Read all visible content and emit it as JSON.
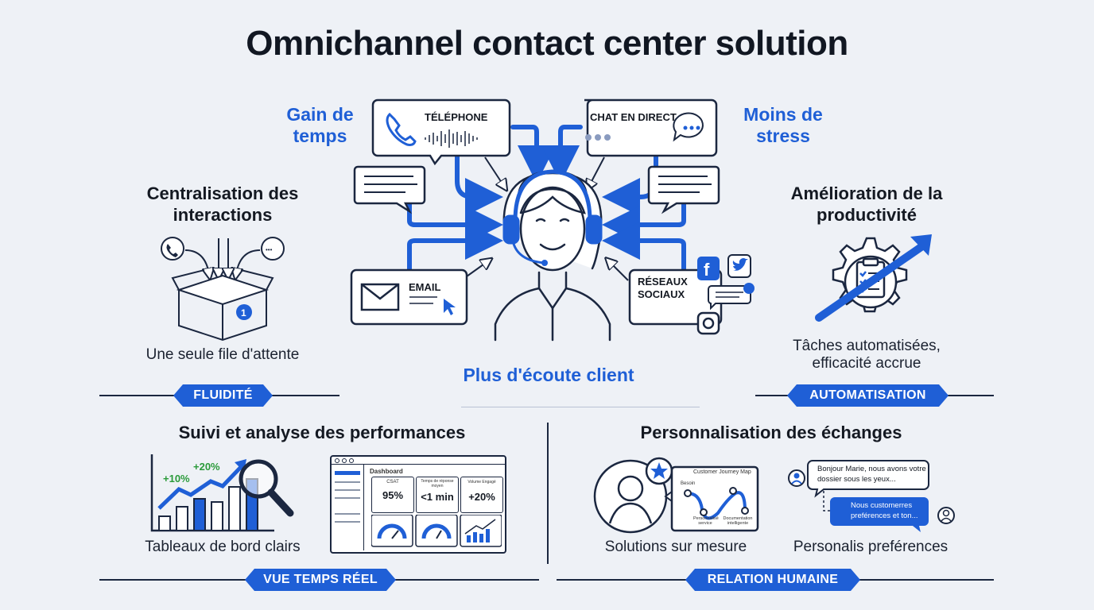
{
  "title": "Omnichannel contact center solution",
  "top": {
    "benefit_left": "Gain de temps",
    "benefit_right": "Moins de stress",
    "center_caption": "Plus d'écoute client",
    "channels": {
      "phone": "TÉLÉPHONE",
      "chat": "CHAT EN DIRECT",
      "email": "EMAIL",
      "social": "RÉSEAUX SOCIAUX"
    }
  },
  "left_section": {
    "heading": "Centralisation des interactions",
    "caption": "Une seule file d'attente",
    "banner": "FLUIDITÉ",
    "badge": "1"
  },
  "right_section": {
    "heading": "Amélioration de la productivité",
    "caption": "Tâches automatisées, efficacité accrue",
    "banner": "AUTOMATISATION"
  },
  "bottom_left": {
    "heading": "Suivi et analyse des performances",
    "chart_labels": [
      "+10%",
      "+20%"
    ],
    "dashboard": {
      "title": "Dashboard",
      "kpis": [
        {
          "label": "CSAT",
          "value": "95%"
        },
        {
          "label": "Temps de réponse moyen",
          "value": "<1 min"
        },
        {
          "label": "Volume Engagé",
          "value": "+20%"
        }
      ]
    },
    "caption": "Tableaux de bord clairs",
    "banner": "VUE TEMPS RÉEL"
  },
  "bottom_right": {
    "heading": "Personnalisation des échanges",
    "journey": {
      "title": "Customer Journey Map",
      "label_1": "Besoin",
      "label_2": "Personnalisé service",
      "label_3": "Documentation intelligente"
    },
    "chat_in": "Bonjour Marie, nous avons votre dossier sous les yeux...",
    "chat_out": "Nous customerres preférences et ton...",
    "caption_left": "Solutions sur mesure",
    "caption_right": "Personalis preférences",
    "banner": "RELATION HUMAINE"
  },
  "colors": {
    "accent": "#1f5fd6",
    "ink": "#1b2740",
    "background": "#eef1f6"
  }
}
